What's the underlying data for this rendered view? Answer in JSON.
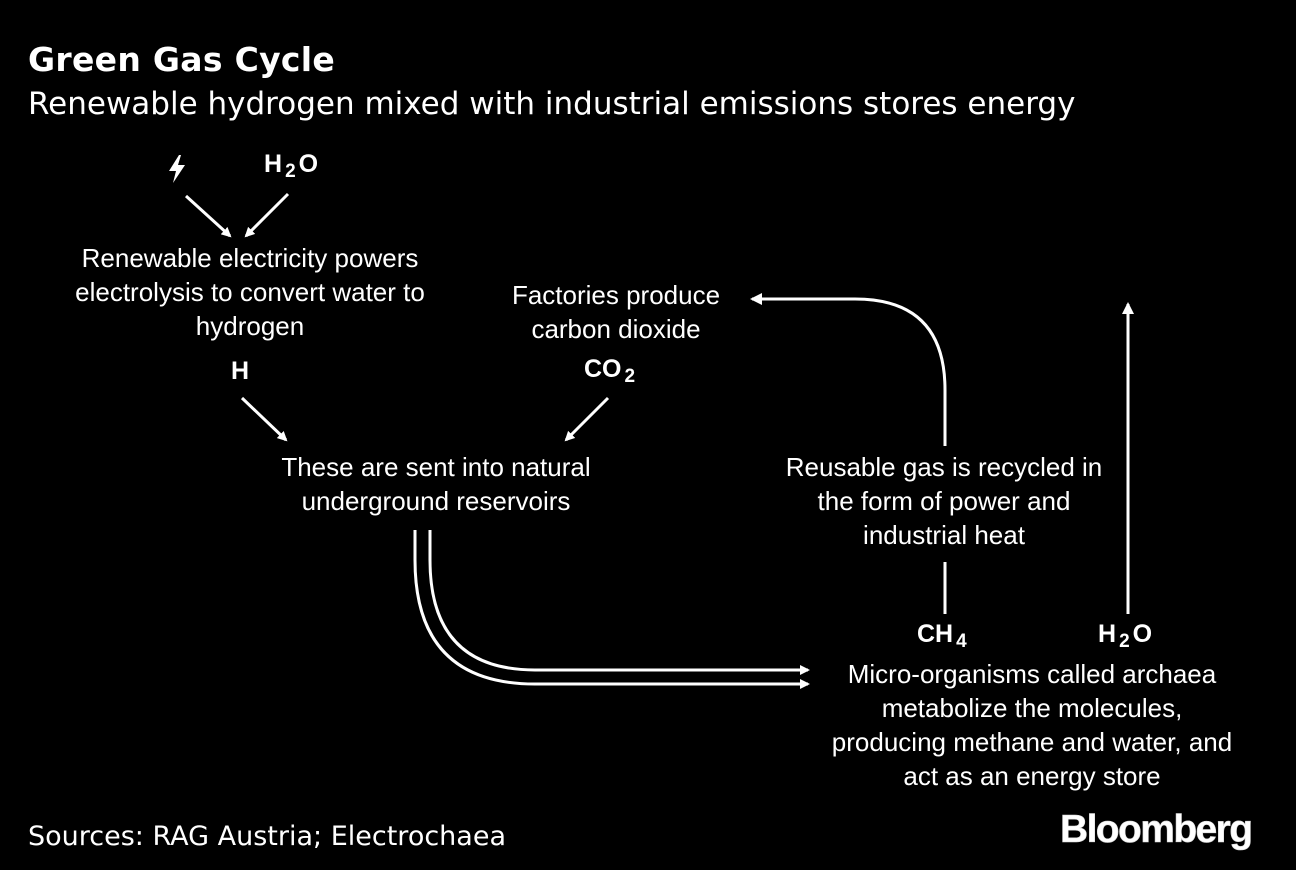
{
  "header": {
    "title": "Green Gas Cycle",
    "subtitle": "Renewable hydrogen mixed with industrial emissions stores energy"
  },
  "steps": {
    "electrolysis": "Renewable electricity powers electrolysis to convert water to hydrogen",
    "factories": "Factories produce carbon dioxide",
    "reservoirs": "These are sent into natural underground reservoirs",
    "recycled": "Reusable gas is recycled in the form of power and industrial heat",
    "archaea": "Micro-organisms called archaea metabolize the molecules, producing methane and water, and act as an energy store"
  },
  "molecules": {
    "water_top": {
      "base": "H",
      "sub": "2",
      "tail": "O"
    },
    "hydrogen": {
      "base": "H",
      "sub": "",
      "tail": ""
    },
    "co2": {
      "base": "CO",
      "sub": "2",
      "tail": ""
    },
    "methane": {
      "base": "CH",
      "sub": "4",
      "tail": ""
    },
    "water_out": {
      "base": "H",
      "sub": "2",
      "tail": "O"
    }
  },
  "icons": {
    "electricity": "lightning-bolt-icon"
  },
  "colors": {
    "background": "#000000",
    "foreground": "#ffffff"
  },
  "footer": {
    "source": "Sources: RAG Austria; Electrochaea",
    "brand": "Bloomberg"
  }
}
